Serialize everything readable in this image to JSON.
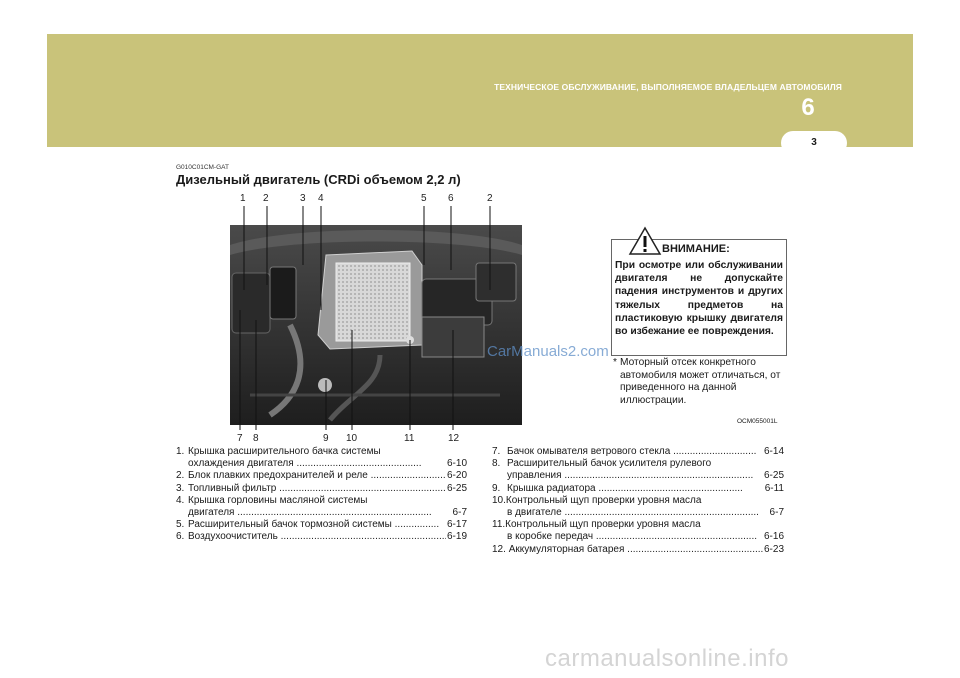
{
  "header": {
    "section_title": "ТЕХНИЧЕСКОЕ ОБСЛУЖИВАНИЕ, ВЫПОЛНЯЕМОЕ ВЛАДЕЛЬЦЕМ АВТОМОБИЛЯ",
    "chapter_number": "6",
    "page_number": "3",
    "band_color": "#c9c37a"
  },
  "doc_code": "G010C01CM-GAT",
  "title": "Дизельный двигатель (CRDi объемом 2,2 л)",
  "figure": {
    "top_labels": [
      "1",
      "2",
      "3",
      "4",
      "5",
      "6",
      "2"
    ],
    "bottom_labels": [
      "7",
      "8",
      "9",
      "10",
      "11",
      "12"
    ],
    "code": "OCM055001L"
  },
  "parts_left": [
    {
      "num": "1.",
      "lines": [
        "Крышка расширительного бачка системы",
        "охлаждения двигателя"
      ],
      "page": "6-10"
    },
    {
      "num": "2.",
      "lines": [
        "Блок плавких предохранителей  и реле"
      ],
      "page": "6-20"
    },
    {
      "num": "3.",
      "lines": [
        "Топливный фильтр"
      ],
      "page": "6-25"
    },
    {
      "num": "4.",
      "lines": [
        "Крышка горловины масляной системы",
        "двигателя"
      ],
      "page": "6-7"
    },
    {
      "num": "5.",
      "lines": [
        "Расширительный бачок тормозной системы"
      ],
      "page": "6-17"
    },
    {
      "num": "6.",
      "lines": [
        "Воздухоочиститель"
      ],
      "page": "6-19"
    }
  ],
  "parts_right": [
    {
      "num": "7.",
      "lines": [
        "Бачок омывателя  ветрового стекла"
      ],
      "page": "6-14"
    },
    {
      "num": "8.",
      "lines": [
        "Расширительный бачок усилителя рулевого",
        "управления"
      ],
      "page": "6-25"
    },
    {
      "num": "9.",
      "lines": [
        "Крышка радиатора"
      ],
      "page": "6-11"
    },
    {
      "num": "10.",
      "lines": [
        "Контрольный щуп проверки уровня масла",
        "в двигателе"
      ],
      "page": "6-7"
    },
    {
      "num": "11.",
      "lines": [
        "Контрольный щуп проверки уровня масла",
        "в коробке передач"
      ],
      "page": "6-16"
    },
    {
      "num": "12.",
      "lines": [
        "Аккумуляторная батарея"
      ],
      "page": "6-23"
    }
  ],
  "warning": {
    "title": "ВНИМАНИЕ:",
    "text": "При осмотре или обслуживании двигателя не допускайте падения инструментов и других тяжелых предметов на пластиковую крышку двигателя во избежание ее повреждения."
  },
  "note": {
    "star": "*",
    "text": "Моторный отсек конкретного автомобиля может отличаться, от приведенного на данной иллюстрации."
  },
  "watermarks": {
    "top": "CarManuals2.com",
    "bottom": "carmanualsonline.info"
  }
}
